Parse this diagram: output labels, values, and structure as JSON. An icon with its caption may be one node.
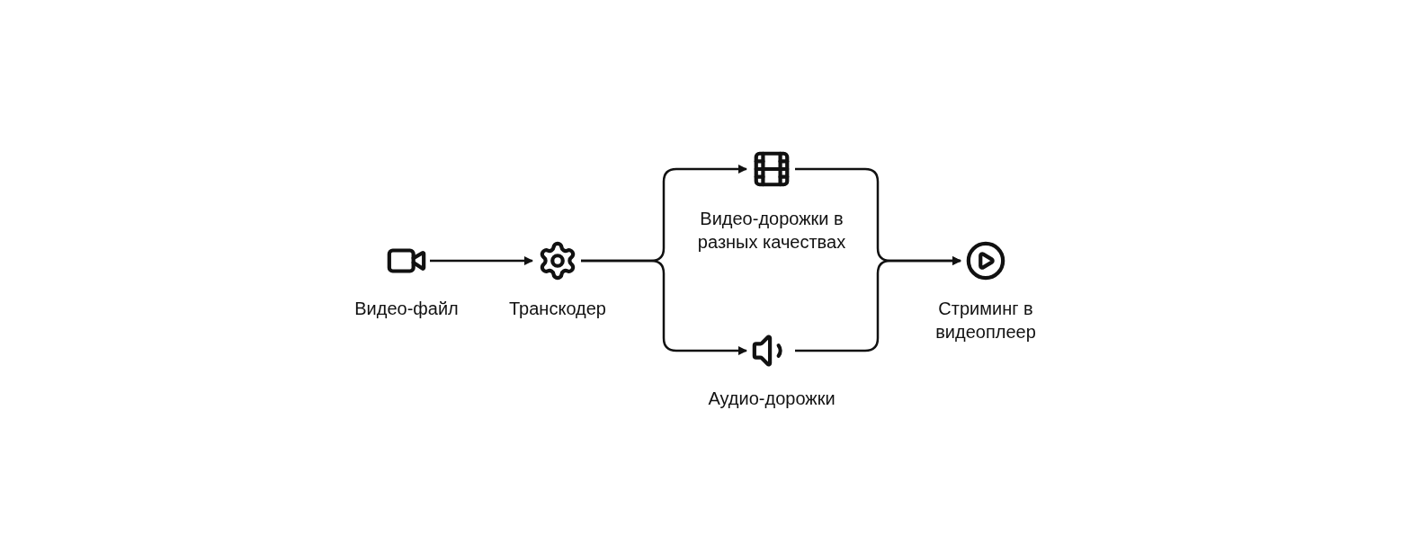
{
  "diagram": {
    "nodes": [
      {
        "text": [],
        "shape": "camera",
        "beside": [
          "Видео-файл"
        ]
      },
      {
        "text": [],
        "shape": "gear",
        "beside": [
          "Транскодер"
        ]
      },
      {
        "text": [],
        "shape": "film",
        "beside": [
          "Видео-дорожки в разных качествах"
        ]
      },
      {
        "text": [],
        "shape": "speaker",
        "beside": [
          "Аудио-дорожки"
        ]
      },
      {
        "text": [],
        "shape": "play",
        "beside": [
          "Стриминг в видеоплеер"
        ]
      }
    ],
    "edges": [
      {
        "from": 0,
        "to": 1,
        "arrow": "to"
      },
      {
        "from": 1,
        "to": 2,
        "arrow": "to"
      },
      {
        "from": 1,
        "to": 3,
        "arrow": "to"
      },
      {
        "from": 2,
        "to": 4,
        "arrow": "to"
      },
      {
        "from": 3,
        "to": 4,
        "arrow": "to"
      }
    ]
  }
}
